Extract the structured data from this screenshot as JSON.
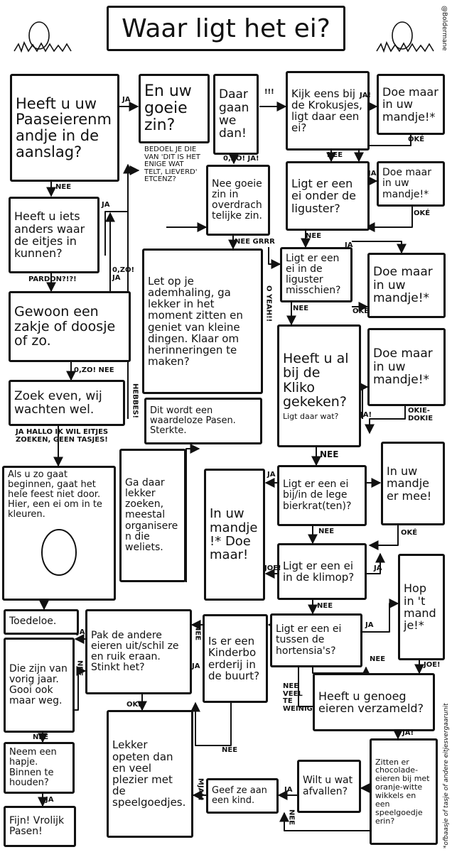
{
  "title": "Waar ligt het ei?",
  "credit": "@Boldermane",
  "footnote": "*ofbaasje of tasje of andere eitjesvergaarunit",
  "boxes": {
    "b01": "Heeft u uw Paaseierenmandje in de aanslag?",
    "b02": "En uw goeie zin?",
    "b03": "BEDOEL JE DIE VAN 'DIT IS HET ENIGE WAT TELT, LIEVERD' ETCENZ?",
    "b04": "Daar gaan we dan!",
    "b05": "Nee goeie zin in overdrachtelijke zin.",
    "b06": "Kijk eens bij de Krokusjes, ligt daar een ei?",
    "b07": "Doe maar in uw mandje!*",
    "b08": "Ligt er een ei onder de liguster?",
    "b09": "Doe maar in uw mandje!*",
    "b10": "Heeft u iets anders waar de eitjes in kunnen?",
    "b11": "Gewoon een zakje of doosje of zo.",
    "b12": "Zoek even, wij wachten wel.",
    "b13": "Let op je ademhaling, ga lekker in het moment zitten en geniet van kleine dingen. Klaar om herinneringen te maken?",
    "b14": "Ligt er een ei in de liguster misschien?",
    "b15": "Doe maar in uw mandje!*",
    "b16": "Heeft u al bij de Kliko gekeken?",
    "b16s": "Ligt daar wat?",
    "b17": "Doe maar in uw mandje!*",
    "b18": "Dit wordt een waardeloze Pasen. Sterkte.",
    "b19": "Als u zo gaat beginnen, gaat het hele feest niet door. Hier, een ei om in te kleuren.",
    "b20": "Ga daar lekker zoeken, meestal organiseren die weliets.",
    "b21": "In uw mandje!* Doe maar!",
    "b22": "Ligt er een ei bij/in de lege bierkrat(ten)?",
    "b23": "In uw mandje er mee!",
    "b24": "Ligt er een ei in de klimop?",
    "b25": "Hop in 't mandje!*",
    "b26": "Toedeloe.",
    "b27": "Pak de andere eieren uit/schil ze en ruik eraan. Stinkt het?",
    "b28": "Is er een Kinderboerderij in de buurt?",
    "b29": "Ligt er een ei tussen de hortensia's?",
    "b30": "Die zijn van vorig jaar. Gooi ook maar weg.",
    "b31": "Heeft u genoeg eieren verzameld?",
    "b32": "Lekker opeten dan en veel plezier met de speelgoedjes.",
    "b33": "Neem een hapje. Binnen te houden?",
    "b34": "Geef ze aan een kind.",
    "b35": "Wilt u wat afvallen?",
    "b36": "Zitten er chocolade-eieren bij met oranje-witte wikkels en een speelgoedje erin?",
    "b37": "Fijn! Vrolijk Pasen!"
  },
  "labels": {
    "l01": "JA",
    "l02": "NEE",
    "l03": "JA",
    "l04": "PARDON?!?!",
    "l05": "0,ZO! JA",
    "l06": "0,ZO! NEE",
    "l07": "HEBBES!",
    "l08": "JA HALLO IK WIL EITJES ZOEKEN, GEEN TASJES!",
    "l09": "!!!",
    "l10": "0,ZO! JA!",
    "l11": "NEE GRRR",
    "l12": "O YEAH!!",
    "l13": "JA!",
    "l14": "OKÉ",
    "l15": "NEE",
    "l16": "JA",
    "l17": "OKÉ",
    "l18": "NEE",
    "l19": "JA",
    "l20": "NEE",
    "l21": "OKÉ",
    "l22": "JA!",
    "l23": "OKIE-DOKIE",
    "l24": "NEE",
    "l25": "JA",
    "l26": "NEE",
    "l27": "OKÉ",
    "l28": "JOE!",
    "l29": "JA",
    "l30": "NEE",
    "l31": "JA",
    "l32": "NEE",
    "l33": "JOE!",
    "l34": "JA",
    "l35": "NEE",
    "l36": "NEE",
    "l37": "NEE VEEL TE WEINIG!",
    "l38": "JA",
    "l39": "NEE",
    "l40": "OKE",
    "l41": "NEE",
    "l42": "JA",
    "l43": "JA",
    "l44": "MJAM",
    "l45": "NEE",
    "l46": "JA!"
  }
}
